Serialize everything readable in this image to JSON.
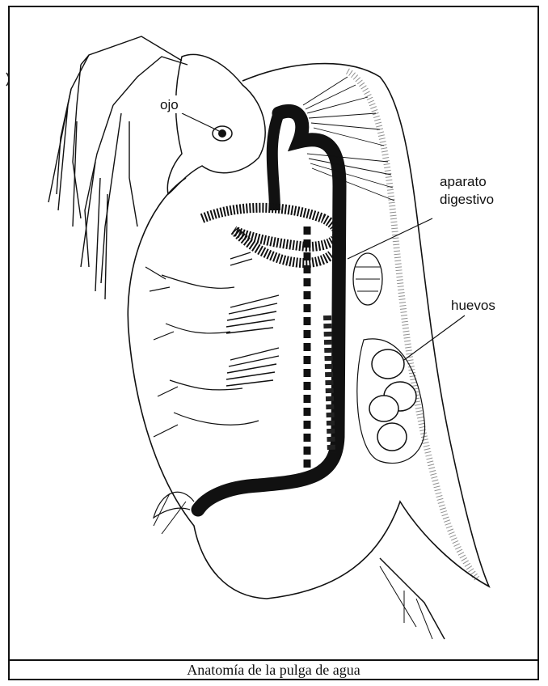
{
  "labels": {
    "eye": "ojo",
    "digestive_line1": "aparato",
    "digestive_line2": "digestivo",
    "eggs": "huevos"
  },
  "caption": "Anatomía de la pulga de agua"
}
